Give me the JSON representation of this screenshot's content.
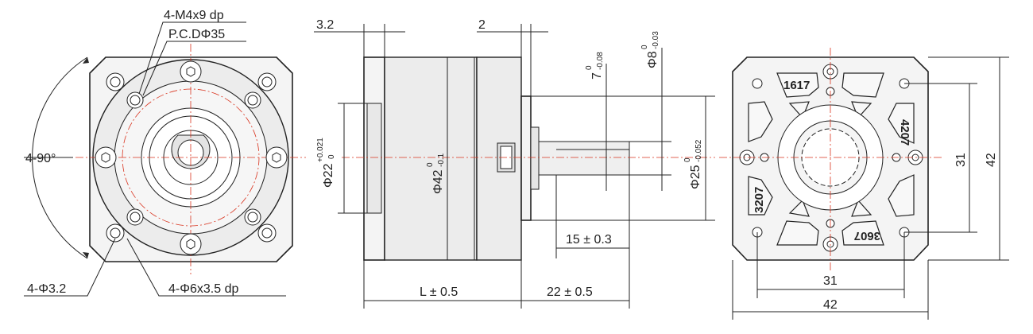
{
  "front_view": {
    "callout_tap": "4-M4x9 dp",
    "callout_pcd": "P.C.DΦ35",
    "angle": "4-90°",
    "hole_small": "4-Φ3.2",
    "hole_counterbore": "4-Φ6x3.5 dp"
  },
  "side_view": {
    "flange_thickness": "3.2",
    "pilot_length": "2",
    "pilot_dia": "Φ22",
    "pilot_dia_tol_upper": "+0.021",
    "pilot_dia_tol_lower": "0",
    "body_dia": "Φ42",
    "body_dia_tol_upper": "0",
    "body_dia_tol_lower": "-0.1",
    "flat_size": "7",
    "flat_tol_upper": "0",
    "flat_tol_lower": "-0.08",
    "shaft_dia": "Φ8",
    "shaft_tol_upper": "0",
    "shaft_tol_lower": "-0.03",
    "boss_dia": "Φ25",
    "boss_tol_upper": "0",
    "boss_tol_lower": "-0.052",
    "flat_length": "15 ± 0.3",
    "body_length": "L ± 0.5",
    "shaft_length": "22 ± 0.5"
  },
  "back_view": {
    "marking_top": "1617",
    "marking_right": "4207",
    "marking_left": "3207",
    "marking_bottom": "3607",
    "hole_spacing_v": "31",
    "size_v": "42",
    "hole_spacing_h": "31",
    "size_h": "42"
  }
}
